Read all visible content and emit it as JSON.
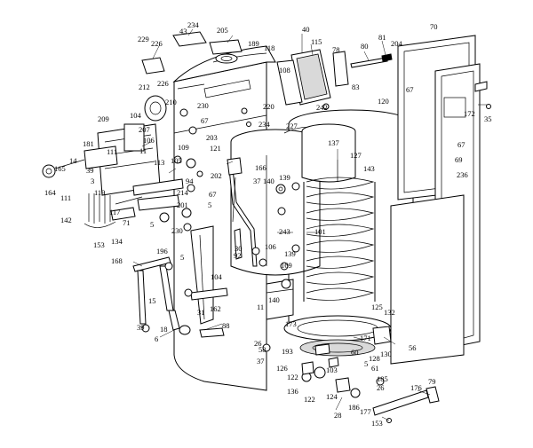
{
  "diagram": {
    "part_labels": [
      "234",
      "43",
      "229",
      "226",
      "205",
      "189",
      "118",
      "40",
      "115",
      "108",
      "78",
      "83",
      "80",
      "81",
      "204",
      "70",
      "212",
      "226",
      "230",
      "210",
      "67",
      "104",
      "203",
      "209",
      "220",
      "234",
      "227",
      "242",
      "121",
      "120",
      "67",
      "172",
      "35",
      "181",
      "14",
      "207",
      "106",
      "111",
      "11",
      "113",
      "109",
      "166",
      "137",
      "127",
      "143",
      "67",
      "69",
      "165",
      "39",
      "105",
      "202",
      "37",
      "140",
      "139",
      "3",
      "164",
      "94",
      "214",
      "201",
      "67",
      "5",
      "236",
      "111",
      "119",
      "117",
      "71",
      "5",
      "243",
      "101",
      "142",
      "153",
      "134",
      "230",
      "30",
      "92",
      "106",
      "169",
      "196",
      "168",
      "5",
      "104",
      "139",
      "15",
      "11",
      "140",
      "125",
      "132",
      "31",
      "162",
      "173",
      "18",
      "39",
      "88",
      "6",
      "171",
      "56",
      "26",
      "193",
      "60",
      "128",
      "58",
      "37",
      "126",
      "61",
      "130",
      "122",
      "103",
      "5",
      "185",
      "136",
      "124",
      "26",
      "176",
      "79",
      "122",
      "186",
      "177",
      "28",
      "153"
    ]
  }
}
